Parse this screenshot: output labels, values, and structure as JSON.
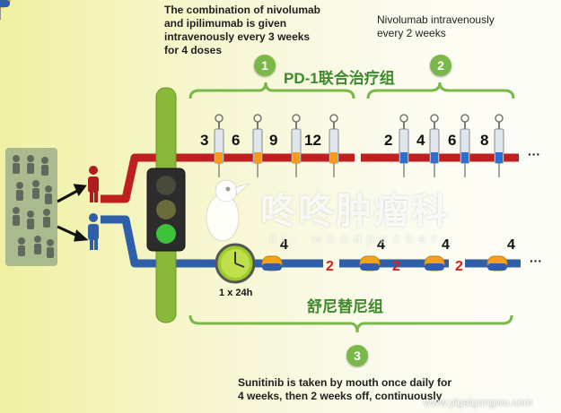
{
  "notes": {
    "combo": [
      "The combination of nivolumab",
      "and ipilimumab is given",
      "intravenously every 3 weeks",
      "for 4 doses"
    ],
    "nivo": [
      "Nivolumab intravenously",
      "every 2 weeks"
    ],
    "sunitinib": [
      "Sunitinib is taken by mouth once daily for",
      "4 weeks, then 2 weeks off, continuously"
    ]
  },
  "arm_titles": {
    "top": "PD-1联合治疗组",
    "bottom": "舒尼替尼组"
  },
  "badges": [
    "1",
    "2",
    "3"
  ],
  "top_arm": {
    "combo_weeks": [
      "3",
      "6",
      "9",
      "12"
    ],
    "nivo_weeks": [
      "2",
      "4",
      "6",
      "8"
    ],
    "ellipsis": "···"
  },
  "bottom_arm": {
    "on_weeks": [
      "4",
      "4",
      "4",
      "4"
    ],
    "off_weeks": [
      "2",
      "2",
      "2"
    ],
    "ellipsis": "···",
    "clock_label": "1 x 24h"
  },
  "watermark": {
    "text": "咚咚肿瘤科",
    "sub": "dr. woodpecker",
    "site": "www.yigaigongwu.com"
  },
  "colors": {
    "red_line": "#c01f1f",
    "blue_line": "#2f5fa8",
    "green": "#8ab83a",
    "light": "#3ec23a"
  }
}
